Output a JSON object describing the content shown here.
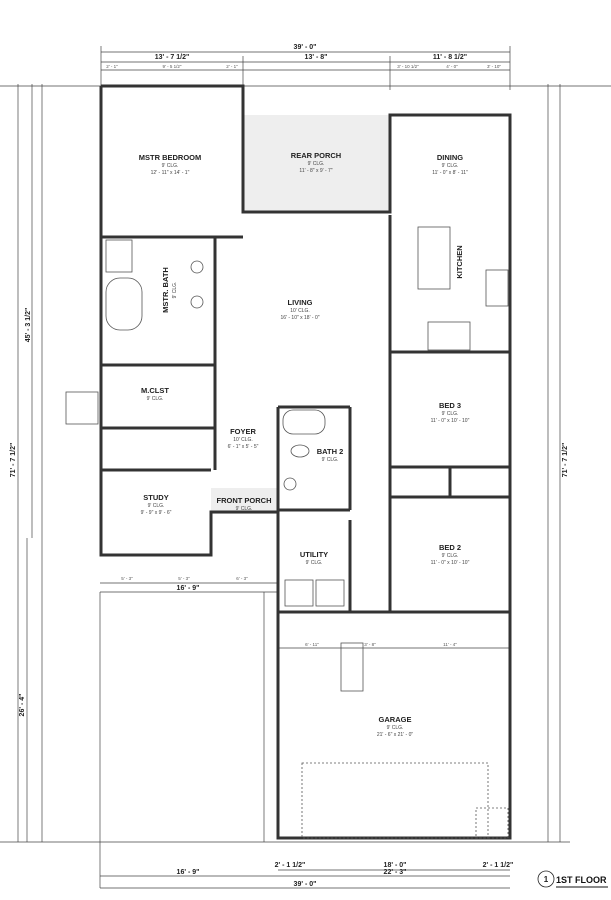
{
  "rooms": {
    "master_bedroom": {
      "name": "MSTR BEDROOM",
      "ceiling": "9' CLG.",
      "size": "12' - 11\" x 14' - 1\""
    },
    "rear_porch": {
      "name": "REAR PORCH",
      "ceiling": "9' CLG.",
      "size": "11' - 8\" x 9' - 7\""
    },
    "dining": {
      "name": "DINING",
      "ceiling": "9' CLG.",
      "size": "11' - 0\" x 8' - 11\""
    },
    "kitchen": {
      "name": "KITCHEN"
    },
    "master_bath": {
      "name": "MSTR. BATH",
      "ceiling": "9' CLG."
    },
    "living": {
      "name": "LIVING",
      "ceiling": "10' CLG.",
      "size": "16' - 10\" x 18' - 0\""
    },
    "master_closet": {
      "name": "M.CLST",
      "ceiling": "9' CLG."
    },
    "bed_3": {
      "name": "BED 3",
      "ceiling": "9' CLG.",
      "size": "11' - 0\" x 10' - 10\""
    },
    "foyer": {
      "name": "FOYER",
      "ceiling": "10' CLG.",
      "size": "6' - 1\" x 5' - 5\""
    },
    "bath_2": {
      "name": "BATH 2",
      "ceiling": "9' CLG."
    },
    "study": {
      "name": "STUDY",
      "ceiling": "9' CLG.",
      "size": "9' - 9\" x 9' - 6\""
    },
    "front_porch": {
      "name": "FRONT PORCH",
      "ceiling": "9' CLG."
    },
    "utility": {
      "name": "UTILITY",
      "ceiling": "9' CLG."
    },
    "bed_2": {
      "name": "BED 2",
      "ceiling": "9' CLG.",
      "size": "11' - 0\" x 10' - 10\""
    },
    "garage": {
      "name": "GARAGE",
      "ceiling": "9' CLG.",
      "size": "21' - 6\" x 21' - 0\""
    }
  },
  "dimensions": {
    "top_overall": "39' - 0\"",
    "top_segments": [
      "13' - 7 1/2\"",
      "13' - 8\"",
      "11' - 8 1/2\""
    ],
    "top_sub_segments": [
      "2' - 1\"",
      "9' - 5 1/2\"",
      "2' - 1\"",
      "3' - 10 1/2\"",
      "4' - 0\"",
      "3' - 10\""
    ],
    "left_overall": "71' - 7 1/2\"",
    "left_upper": "45' - 3 1/2\"",
    "left_lower": "26' - 4\"",
    "right_overall": "71' - 7 1/2\"",
    "mid_left": "16' - 9\"",
    "mid_left_subs": [
      "5' - 3\"",
      "5' - 3\"",
      "6' - 3\""
    ],
    "garage_top_subs": [
      "6' - 11\"",
      "3' - 8\"",
      "11' - 4\""
    ],
    "bottom_segments": [
      "2' - 1 1/2\"",
      "18' - 0\"",
      "2' - 1 1/2\""
    ],
    "bottom_mid": [
      "16' - 9\"",
      "22' - 3\""
    ],
    "bottom_overall": "39' - 0\""
  },
  "title_marker": {
    "number": "1",
    "label": "1ST FLOOR"
  }
}
